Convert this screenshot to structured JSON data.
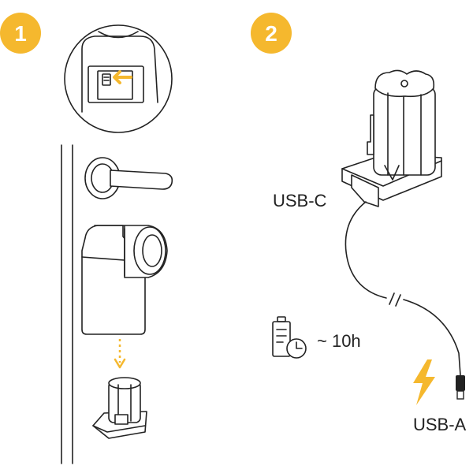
{
  "steps": [
    {
      "number": "1"
    },
    {
      "number": "2"
    }
  ],
  "labels": {
    "usb_c": "USB-C",
    "usb_a": "USB-A",
    "charge_time": "~ 10h"
  },
  "colors": {
    "accent": "#F5B82E",
    "line": "#222222"
  },
  "icons": [
    "battery-charging-icon",
    "clock-icon",
    "lightning-bolt-icon",
    "arrow-right-icon",
    "arrow-down-icon"
  ]
}
